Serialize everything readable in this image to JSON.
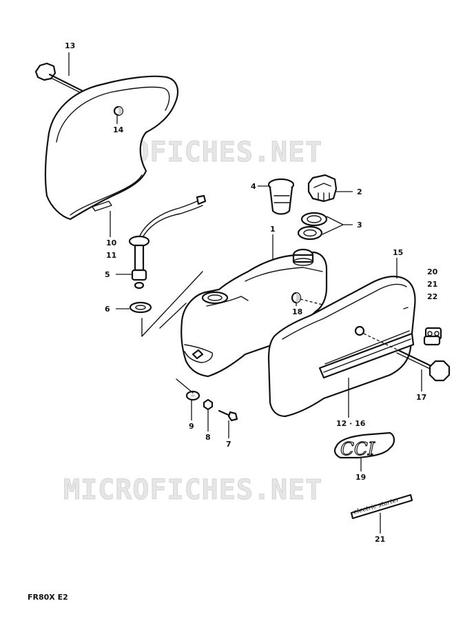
{
  "watermark": "MICROFICHES.NET",
  "model_code": "FR80X E2",
  "emblem": {
    "badge_text": "CCI",
    "decal_text": "electric starter"
  },
  "callouts": {
    "c1": "1",
    "c2": "2",
    "c3": "3",
    "c4": "4",
    "c5": "5",
    "c6": "6",
    "c7": "7",
    "c8": "8",
    "c9": "9",
    "c10": "10",
    "c11": "11",
    "c12_16": "12 · 16",
    "c13": "13",
    "c14": "14",
    "c15": "15",
    "c17": "17",
    "c18": "18",
    "c19": "19",
    "c20": "20",
    "c21a": "21",
    "c22": "22",
    "c21b": "21"
  }
}
